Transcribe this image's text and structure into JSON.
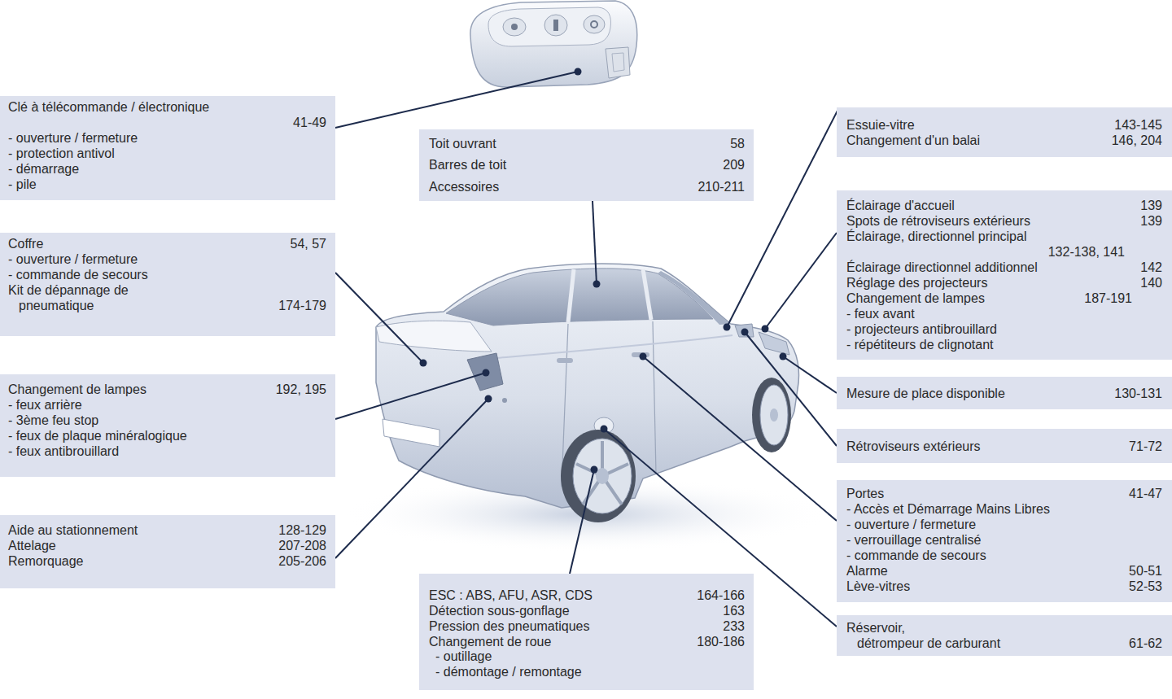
{
  "diagram": {
    "nodes": [
      {
        "text": [
          "Clé à télécommande / électronique",
          "41-49",
          "- ouverture / fermeture",
          "- protection antivol",
          "- démarrage",
          "- pile"
        ]
      },
      {
        "text": [
          "Coffre",
          "54, 57",
          "- ouverture / fermeture",
          "- commande de secours",
          "Kit de dépannage de pneumatique",
          "174-179"
        ]
      },
      {
        "text": [
          "Changement de lampes",
          "192, 195",
          "- feux arrière",
          "- 3ème feu stop",
          "- feux de plaque minéralogique",
          "- feux antibrouillard"
        ]
      },
      {
        "text": [
          "Aide au stationnement",
          "128-129",
          "Attelage",
          "207-208",
          "Remorquage",
          "205-206"
        ]
      },
      {
        "text": [
          "Toit ouvrant",
          "58",
          "Barres de toit",
          "209",
          "Accessoires",
          "210-211"
        ]
      },
      {
        "text": [
          "ESC : ABS, AFU, ASR, CDS",
          "164-166",
          "Détection sous-gonflage",
          "163",
          "Pression des pneumatiques",
          "233",
          "Changement de roue",
          "180-186",
          "- outillage",
          "- démontage / remontage"
        ]
      },
      {
        "text": [
          "Essuie-vitre",
          "143-145",
          "Changement d'un balai",
          "146, 204"
        ]
      },
      {
        "text": [
          "Éclairage d'accueil",
          "139",
          "Spots de rétroviseurs extérieurs",
          "139",
          "Éclairage, directionnel principal",
          "132-138, 141",
          "Éclairage directionnel additionnel",
          "142",
          "Réglage des projecteurs",
          "140",
          "Changement de lampes",
          "187-191",
          "- feux avant",
          "- projecteurs antibrouillard",
          "- répétiteurs de clignotant"
        ]
      },
      {
        "text": [
          "Mesure de place disponible",
          "130-131"
        ]
      },
      {
        "text": [
          "Rétroviseurs extérieurs",
          "71-72"
        ]
      },
      {
        "text": [
          "Portes",
          "41-47",
          "- Accès et Démarrage Mains Libres",
          "- ouverture / fermeture",
          "- verrouillage centralisé",
          "- commande de secours",
          "Alarme",
          "50-51",
          "Lève-vitres",
          "52-53"
        ]
      },
      {
        "text": [
          "Réservoir,",
          "détrompeur de carburant",
          "61-62"
        ]
      }
    ]
  }
}
